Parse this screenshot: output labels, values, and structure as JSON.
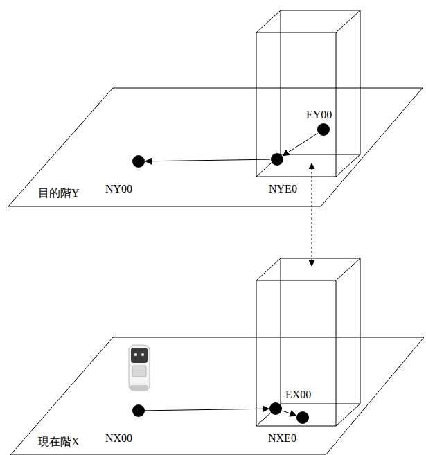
{
  "diagram": {
    "nodes": [
      {
        "text": [
          "目的階Y"
        ]
      },
      {
        "text": [
          "EY00"
        ],
        "in": 0
      },
      {
        "text": [
          "NY00"
        ],
        "in": 0
      },
      {
        "text": [
          "NYE0"
        ],
        "in": 0
      },
      {
        "text": [
          "現在階X"
        ]
      },
      {
        "text": [
          "NX00"
        ],
        "in": 4
      },
      {
        "text": [
          "NXE0"
        ],
        "in": 4
      },
      {
        "text": [
          "EX00"
        ],
        "in": 4
      }
    ],
    "edges": [
      {
        "from": 1,
        "to": 3,
        "arrow": "to"
      },
      {
        "from": 3,
        "to": 2,
        "arrow": "to"
      },
      {
        "from": 5,
        "to": 6,
        "arrow": "to"
      },
      {
        "from": 6,
        "to": 7,
        "arrow": "to"
      }
    ]
  }
}
